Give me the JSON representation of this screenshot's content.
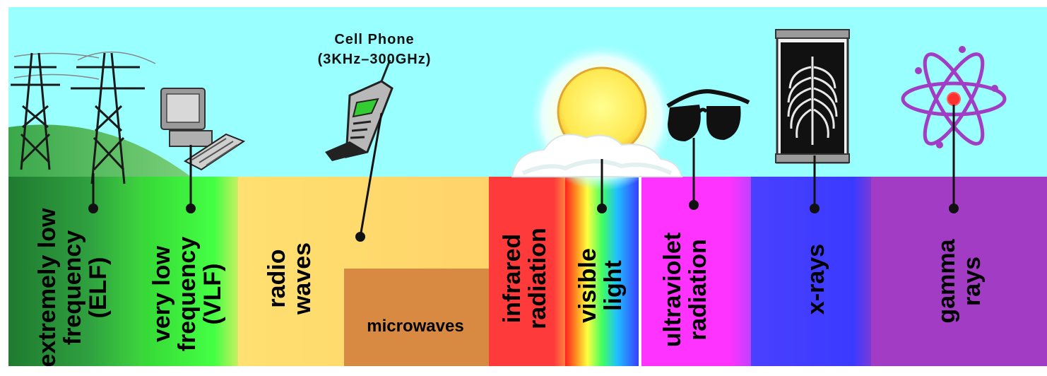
{
  "header": {
    "cell_phone_title": "Cell Phone",
    "cell_phone_range": "(3KHz–300GHz)"
  },
  "bands": {
    "elf": {
      "line1": "extremely low",
      "line2": "frequency",
      "line3": "(ELF)"
    },
    "vlf": {
      "line1": "very low",
      "line2": "frequency",
      "line3": "(VLF)"
    },
    "radio": {
      "line1": "radio",
      "line2": "waves"
    },
    "microwaves": {
      "line1": "microwaves"
    },
    "infrared": {
      "line1": "infrared",
      "line2": "radiation"
    },
    "visible": {
      "line1": "visible",
      "line2": "light"
    },
    "ultraviolet": {
      "line1": "ultraviolet",
      "line2": "radiation"
    },
    "xray": {
      "line1": "x-rays"
    },
    "gamma": {
      "line1": "gamma",
      "line2": "rays"
    }
  },
  "icons": [
    "power-tower-icon",
    "computer-icon",
    "cell-phone-icon",
    "sun-icon",
    "sunglasses-icon",
    "x-ray-film-icon",
    "atom-icon"
  ],
  "colors": {
    "sky": "#99ffff",
    "elf": "#2f9a3f",
    "vlf": "#3dff3d",
    "radio": "#ffd36a",
    "microwaves": "#d98a42",
    "infrared": "#ff3a3a",
    "ultraviolet": "#ff33ff",
    "xray": "#3a3aff",
    "gamma": "#a23cc4"
  }
}
